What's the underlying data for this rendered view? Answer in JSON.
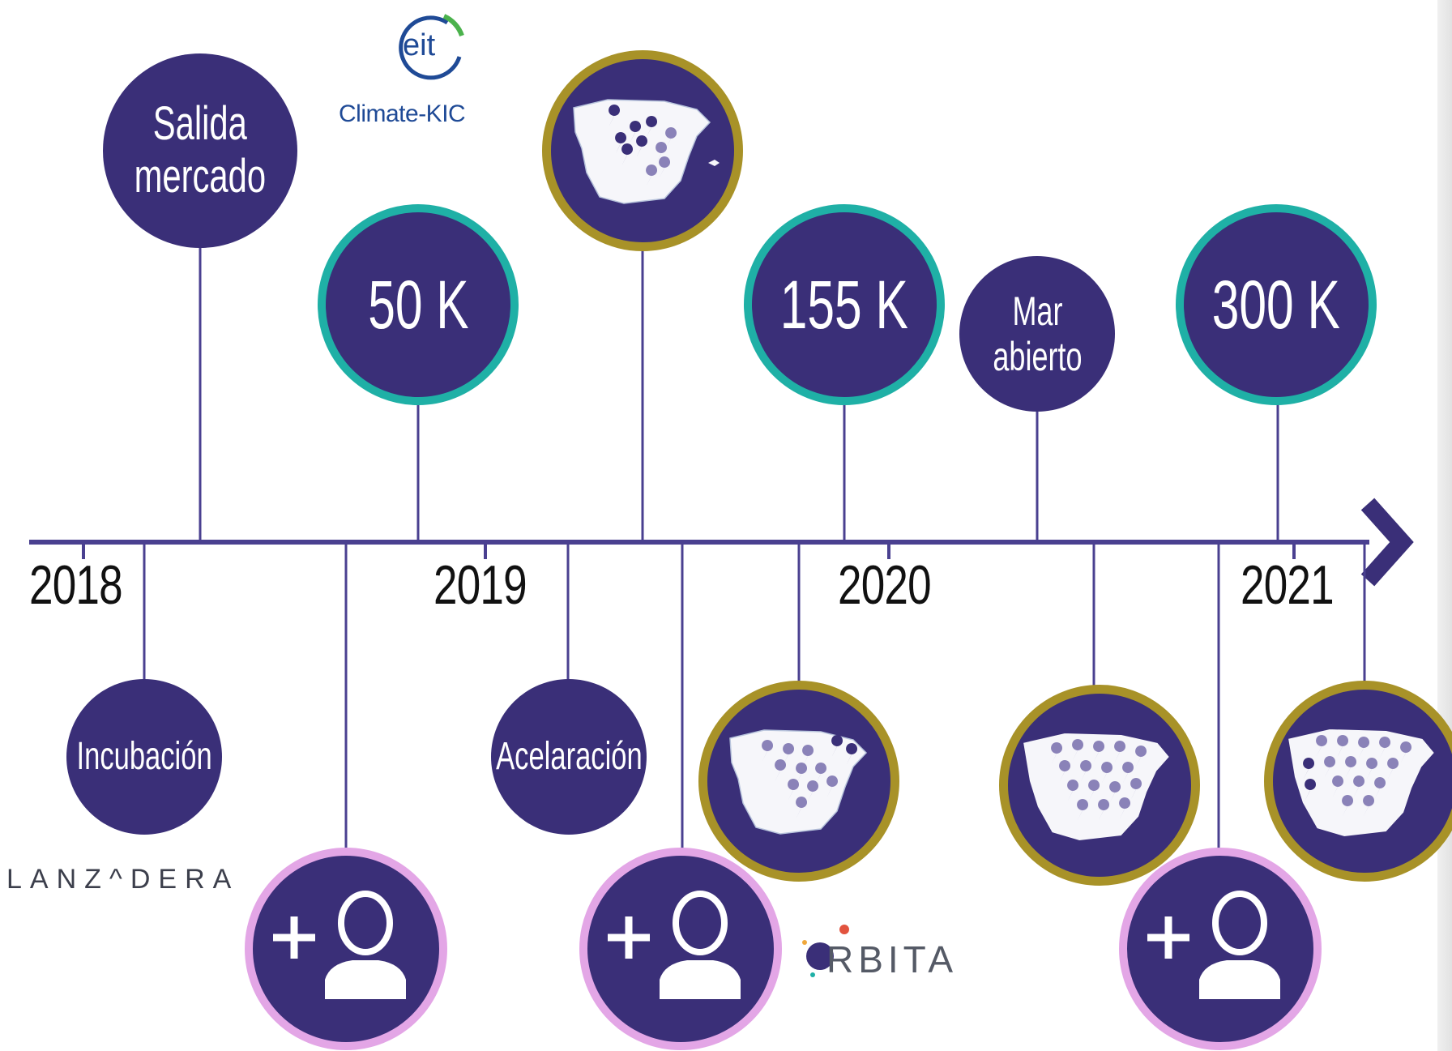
{
  "timeline": {
    "years": [
      "2018",
      "2019",
      "2020",
      "2021"
    ],
    "colors": {
      "bubble_fill": "#3a2f78",
      "axis": "#4a4090",
      "ring_teal": "#1fb0a6",
      "ring_gold": "#a89228",
      "ring_pink": "#e3a6e6"
    }
  },
  "milestones": {
    "salida": "Salida\nmercado",
    "k50": "50 K",
    "k155": "155 K",
    "mar": "Mar\nabierto",
    "k300": "300 K",
    "incubacion": "Incubación",
    "acelaracion": "Acelaración"
  },
  "logos": {
    "eit": "eit",
    "climate": "Climate-KIC",
    "lanzadera": "LANZ^DERA",
    "orbita": "RBITA"
  },
  "icons": {
    "add_user": "add-user-icon",
    "spain_map": "spain-map-icon",
    "arrow": "chevron-right-icon"
  }
}
